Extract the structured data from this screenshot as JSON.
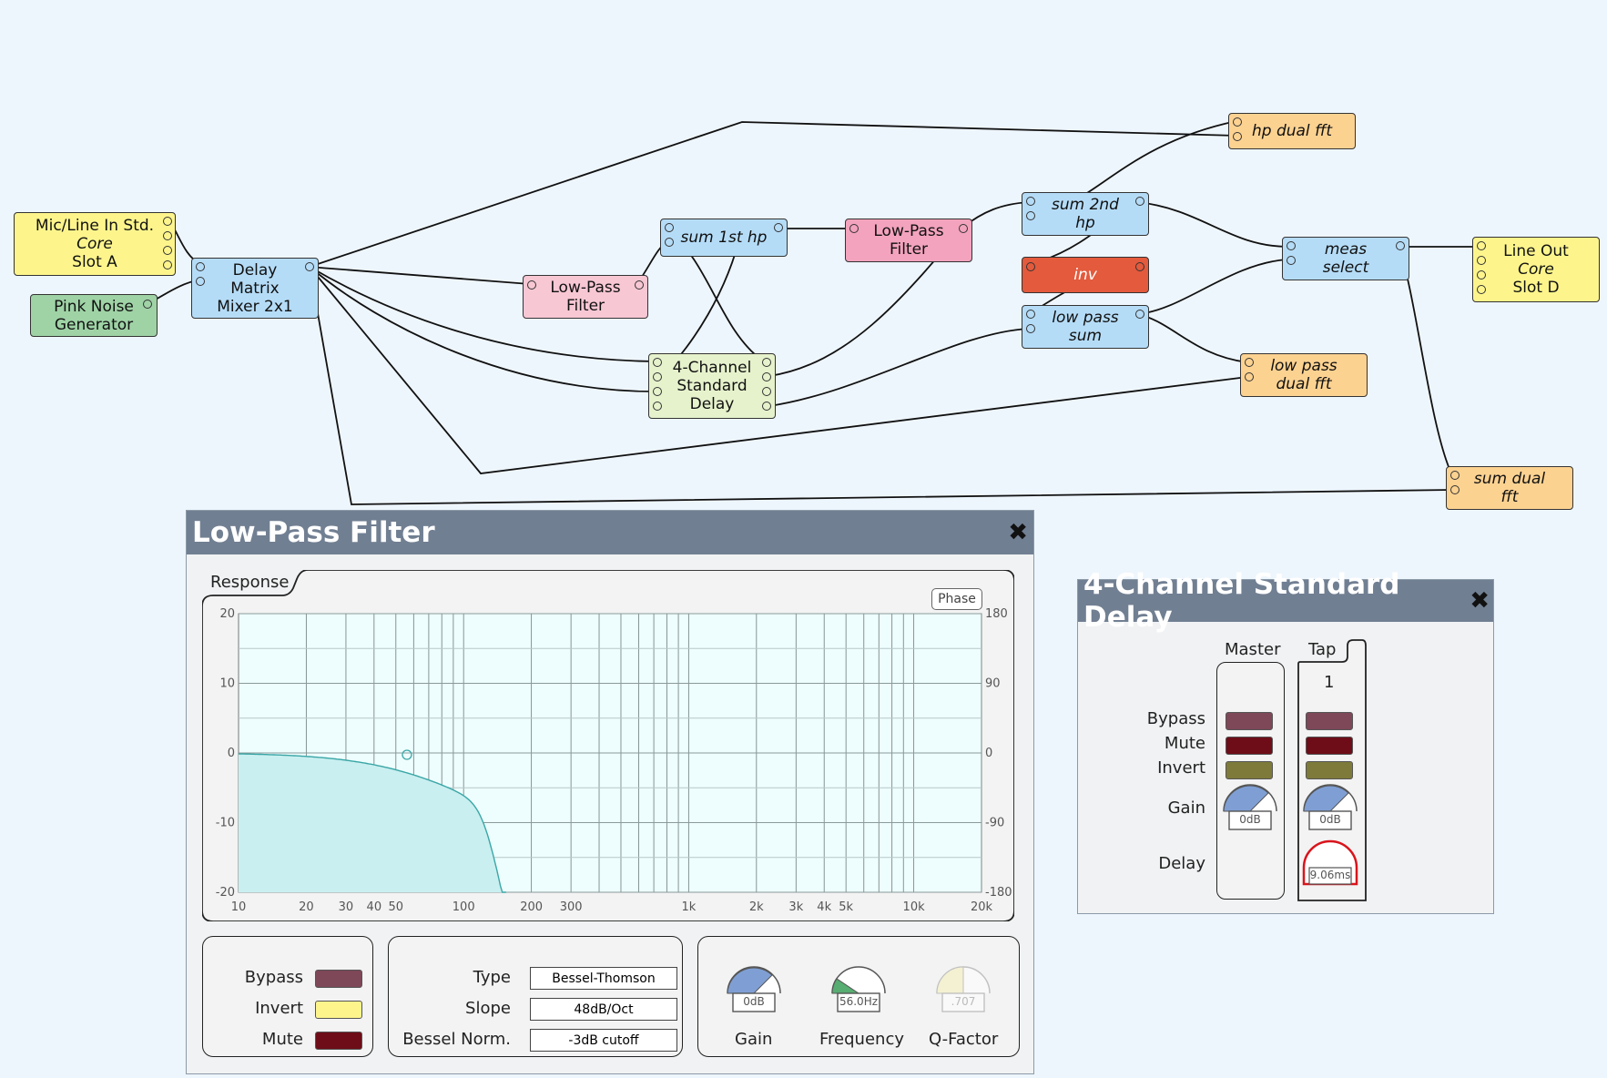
{
  "nodes": {
    "mic_in": {
      "line1": "Mic/Line In Std.",
      "line2": "Core",
      "line3": "Slot A"
    },
    "pink_noise": {
      "line1": "Pink Noise",
      "line2": "Generator"
    },
    "delay_matrix": {
      "line1": "Delay",
      "line2": "Matrix",
      "line3": "Mixer 2x1"
    },
    "low_pass_1": {
      "line1": "Low-Pass",
      "line2": "Filter"
    },
    "sum_1st_hp": {
      "label": "sum 1st hp"
    },
    "four_ch_delay": {
      "line1": "4-Channel",
      "line2": "Standard",
      "line3": "Delay"
    },
    "low_pass_2": {
      "line1": "Low-Pass",
      "line2": "Filter"
    },
    "sum_2nd_hp": {
      "line1": "sum 2nd",
      "line2": "hp"
    },
    "inv": {
      "label": "inv"
    },
    "low_pass_sum": {
      "line1": "low pass",
      "line2": "sum"
    },
    "hp_dual_fft": {
      "label": "hp dual fft"
    },
    "meas_select": {
      "line1": "meas",
      "line2": "select"
    },
    "line_out": {
      "line1": "Line Out",
      "line2": "Core",
      "line3": "Slot D"
    },
    "low_pass_dual_fft": {
      "line1": "low pass",
      "line2": "dual fft"
    },
    "sum_dual_fft": {
      "line1": "sum dual",
      "line2": "fft"
    }
  },
  "lpf_window": {
    "title": "Low-Pass Filter",
    "close_glyph": "✖",
    "response_tab": "Response",
    "phase_button": "Phase",
    "x_ticks": [
      "10",
      "20",
      "30",
      "40",
      "50",
      "100",
      "200",
      "300",
      "1k",
      "2k",
      "3k",
      "4k",
      "5k",
      "10k",
      "20k"
    ],
    "y_left_ticks": [
      "20",
      "10",
      "0",
      "-10",
      "-20"
    ],
    "y_right_ticks": [
      "180",
      "90",
      "0",
      "-90",
      "-180"
    ],
    "bypass_label": "Bypass",
    "invert_label": "Invert",
    "mute_label": "Mute",
    "type_label": "Type",
    "type_value": "Bessel-Thomson",
    "slope_label": "Slope",
    "slope_value": "48dB/Oct",
    "norm_label": "Bessel Norm.",
    "norm_value": "-3dB cutoff",
    "gain_label": "Gain",
    "gain_value": "0dB",
    "freq_label": "Frequency",
    "freq_value": "56.0Hz",
    "q_label": "Q-Factor",
    "q_value": ".707"
  },
  "delay_window": {
    "title": "4-Channel Standard Delay",
    "close_glyph": "✖",
    "master_label": "Master",
    "tap_label": "Tap",
    "tap_number": "1",
    "bypass_label": "Bypass",
    "mute_label": "Mute",
    "invert_label": "Invert",
    "gain_label": "Gain",
    "delay_label": "Delay",
    "master_gain_value": "0dB",
    "tap_gain_value": "0dB",
    "tap_delay_value": "9.06ms"
  },
  "colors": {
    "bypass": "#7e4858",
    "mute": "#6e0d17",
    "invert": "#7e7a3a",
    "invert_on": "#fdf58c",
    "knob_blue": "#7f9fd4",
    "knob_green": "#58ad72",
    "knob_pale": "#f4f0b6",
    "delay_ring": "#d9141c",
    "chart_fill": "#c9eff0",
    "chart_line": "#3aa6a6"
  }
}
